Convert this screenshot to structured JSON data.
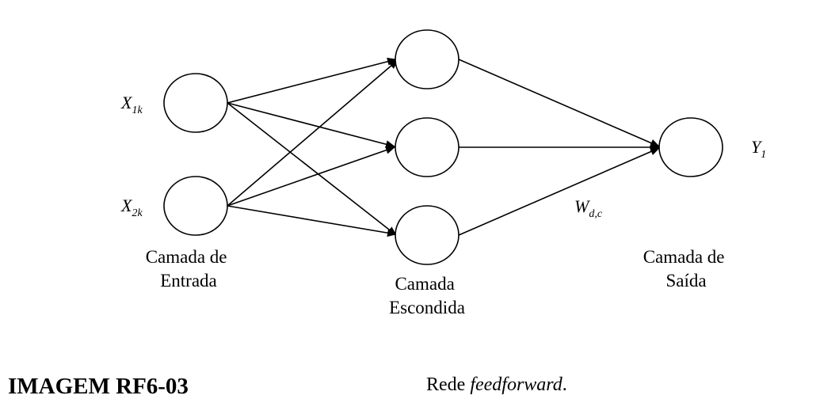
{
  "diagram": {
    "inputs": [
      {
        "base": "X",
        "sub": "1k"
      },
      {
        "base": "X",
        "sub": "2k"
      }
    ],
    "output": {
      "base": "Y",
      "sub": "1"
    },
    "weight": {
      "base": "W",
      "sub": "d,c"
    },
    "layers": {
      "input": [
        "Camada de",
        "Entrada"
      ],
      "hidden": [
        "Camada",
        "Escondida"
      ],
      "output": [
        "Camada de",
        "Saída"
      ]
    }
  },
  "caption": {
    "id": "IMAGEM RF6-03",
    "desc_prefix": "Rede ",
    "desc_emph": "feedforward",
    "desc_suffix": "."
  }
}
